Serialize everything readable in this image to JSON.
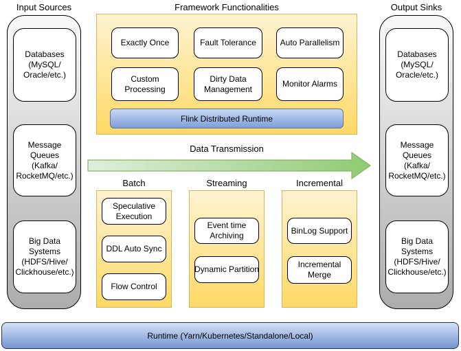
{
  "input_sources": {
    "title": "Input Sources",
    "items": [
      "Databases\n(MySQL/\nOracle/etc.)",
      "Message\nQueues\n(Kafka/\nRocketMQ/etc.)",
      "Big Data\nSystems\n(HDFS/Hive/\nClickhouse/etc.)"
    ]
  },
  "framework": {
    "title": "Framework Functionalities",
    "features_row1": [
      "Exactly Once",
      "Fault Tolerance",
      "Auto Parallelism"
    ],
    "features_row2": [
      "Custom\nProcessing",
      "Dirty Data\nManagement",
      "Monitor Alarms"
    ],
    "runtime_bar_label": "Flink Distributed Runtime"
  },
  "transmission": {
    "label": "Data Transmission"
  },
  "modes": {
    "batch": {
      "title": "Batch",
      "items": [
        "Speculative\nExecution",
        "DDL Auto Sync",
        "Flow Control"
      ]
    },
    "streaming": {
      "title": "Streaming",
      "items": [
        "Event time\nArchiving",
        "Dynamic Partition"
      ]
    },
    "incremental": {
      "title": "Incremental",
      "items": [
        "BinLog Support",
        "Incremental\nMerge"
      ]
    }
  },
  "output_sinks": {
    "title": "Output Sinks",
    "items": [
      "Databases\n(MySQL/\nOracle/etc.)",
      "Message\nQueues\n(Kafka/\nRocketMQ/etc.)",
      "Big Data\nSystems\n(HDFS/Hive/\nClickhouse/etc.)"
    ]
  },
  "runtime_bar": {
    "label": "Runtime (Yarn/Kubernetes/Standalone/Local)"
  },
  "colors": {
    "container_yellow_top": "#FDF3D1",
    "container_yellow_bottom": "#FFD966",
    "container_yellow_border": "#D6B656",
    "container_gray_top": "#F9F9F9",
    "container_gray_bottom": "#ACACAC",
    "blue_bar_top": "#C8D9F4",
    "blue_bar_bottom": "#7E9ED9",
    "arrow_green_light": "#E0EEDD",
    "arrow_green_dark": "#8FCB72",
    "arrow_green_border": "#82B366",
    "box_fill": "#FFFFFF",
    "box_border": "#000000"
  }
}
